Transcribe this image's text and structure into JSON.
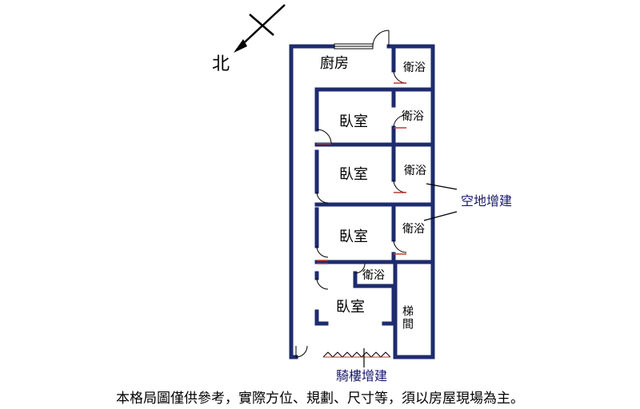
{
  "compass": {
    "north_label": "北"
  },
  "rooms": {
    "kitchen": "廚房",
    "bathroom_1": "衛浴",
    "bedroom_1": "臥室",
    "bathroom_2": "衛浴",
    "bedroom_2": "臥室",
    "bathroom_3": "衛浴",
    "bedroom_3": "臥室",
    "bathroom_4": "衛浴",
    "bathroom_5": "衛浴",
    "bedroom_4": "臥室",
    "stairwell": "梯間"
  },
  "annotations": {
    "vacant_land_extension": "空地增建",
    "arcade_extension": "騎樓增建"
  },
  "disclaimer": "本格局圖僅供參考，實際方位、規劃、尺寸等，須以房屋現場為主。",
  "colors": {
    "wall": "#1e2b6e",
    "door_leaf": "#c0392b"
  }
}
